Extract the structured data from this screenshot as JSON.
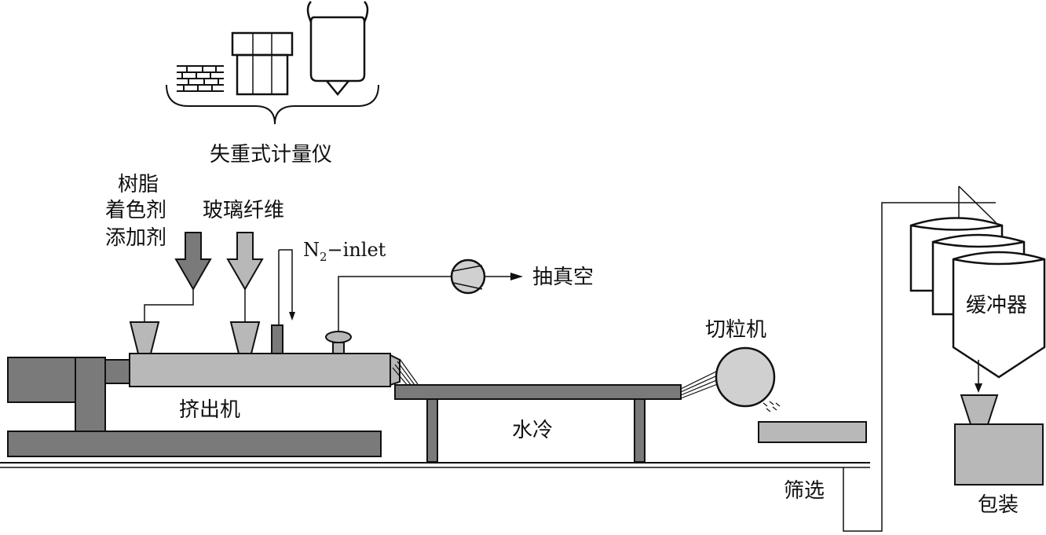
{
  "labels": {
    "meter": "失重式计量仪",
    "resin_line1": "树脂",
    "resin_line2": "着色剂",
    "resin_line3": "添加剂",
    "glass_fiber": "玻璃纤维",
    "n2_main": "N",
    "n2_sub": "2",
    "n2_rest": "−inlet",
    "vacuum": "抽真空",
    "extruder": "挤出机",
    "water_cool": "水冷",
    "pelletizer": "切粒机",
    "buffer": "缓冲器",
    "screening": "筛选",
    "packaging": "包装"
  },
  "colors": {
    "gray": "#b8b8b8",
    "dark_gray": "#7a7a7a",
    "line": "#111111"
  }
}
